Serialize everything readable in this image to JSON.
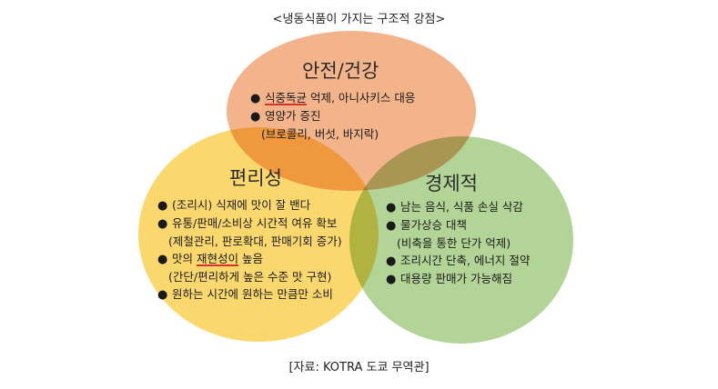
{
  "title": "<냉동식품이 가지는 구조적 강점>",
  "source": "[자료: KOTRA 도쿄 무역관]",
  "colors": {
    "safety": "#f3b48c",
    "convenience": "#fbd86e",
    "economy": "#b3d497",
    "underline": "#d6332b"
  },
  "circles": {
    "safety": {
      "title": "안전/건강",
      "items": [
        {
          "bullet": "●",
          "pre": "",
          "underline": "식중독균",
          "post": " 억제, 아니사키스 대응"
        },
        {
          "bullet": "●",
          "pre": "영양가 증진",
          "underline": "",
          "post": ""
        }
      ],
      "sub": "(브로콜리, 버섯, 바지락)"
    },
    "convenience": {
      "title": "편리성",
      "item1": "(조리시) 식재에 맛이 잘 밴다",
      "item2": "유통/판매/소비상 시간적 여유 확보",
      "item2_sub": "(제철관리, 판로확대, 판매기회 증가)",
      "item3_pre": "맛의 ",
      "item3_underline": "재현성이",
      "item3_post": " 높음",
      "item3_sub": "(간단/편리하게 높은 수준 맛 구현)",
      "item4": "원하는 시간에 원하는 만큼만 소비",
      "bullet": "●"
    },
    "economy": {
      "title": "경제적",
      "bullet": "●",
      "item1": "남는 음식, 식품 손실 삭감",
      "item2": "물가상승 대책",
      "item2_sub": "(비축을 통한 단가 억제)",
      "item3": "조리시간 단축, 에너지 절약",
      "item4": "대용량 판매가 가능해짐"
    }
  }
}
